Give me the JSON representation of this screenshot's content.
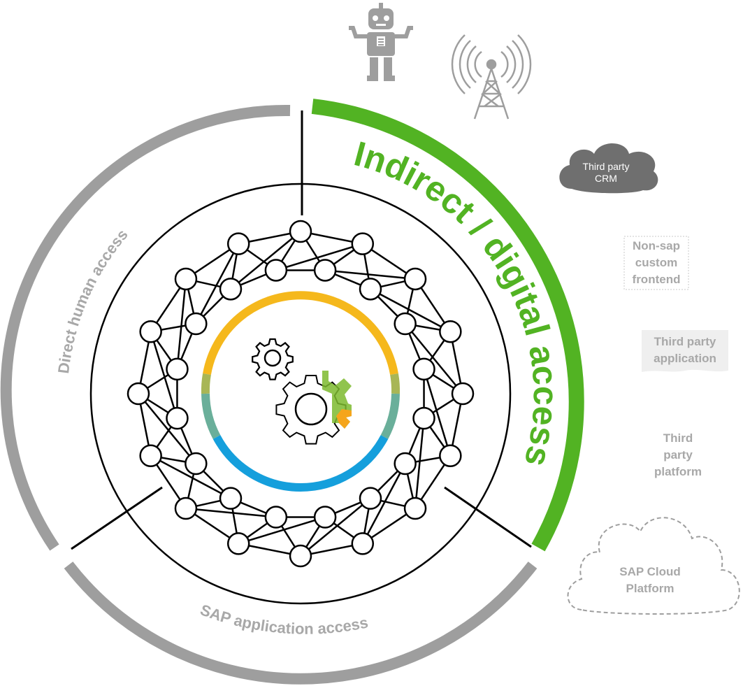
{
  "segments": {
    "indirect": {
      "label": "Indirect / digital access",
      "color": "#52b323"
    },
    "direct": {
      "label": "Direct human access",
      "color": "#9e9e9e"
    },
    "sap_app": {
      "label": "SAP application access",
      "color": "#9e9e9e"
    }
  },
  "side_items": {
    "crm": {
      "line1": "Third party",
      "line2": "CRM"
    },
    "non_sap": {
      "line1": "Non-sap",
      "line2": "custom",
      "line3": "frontend"
    },
    "third_party_app": {
      "line1": "Third party",
      "line2": "application"
    },
    "third_party_platform": {
      "line1": "Third",
      "line2": "party",
      "line3": "platform"
    },
    "sap_cloud": {
      "line1": "SAP Cloud",
      "line2": "Platform"
    }
  },
  "icons": {
    "robot": "robot-icon",
    "antenna": "antenna-tower-icon",
    "gears": "gears-icon",
    "network": "network-mesh-icon"
  },
  "ring_colors": [
    "#f5b81c",
    "#a8b656",
    "#6aaf9a",
    "#159fdc"
  ]
}
